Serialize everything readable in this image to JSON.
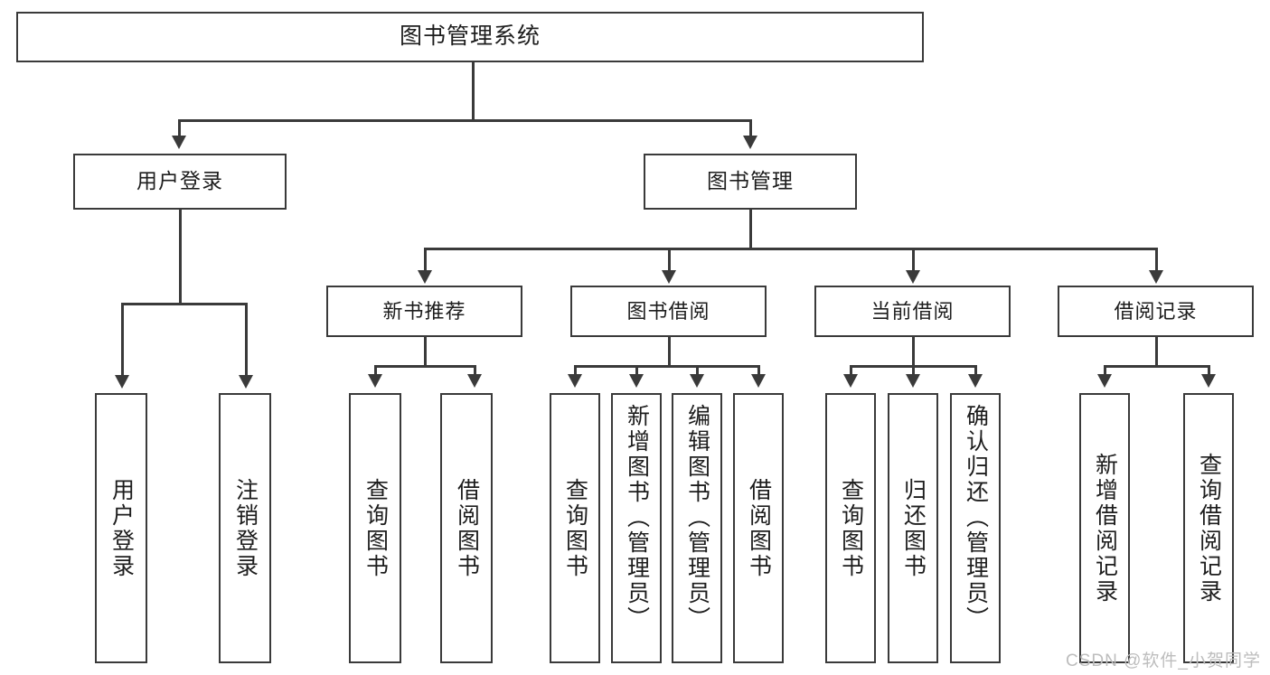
{
  "diagram": {
    "type": "tree",
    "title": "图书管理系统",
    "watermark": "CSDN @软件_小贺同学",
    "colors": {
      "stroke": "#3a3a3a",
      "fill": "#ffffff",
      "text": "#1d1d1d",
      "watermark": "#bdbdbd"
    },
    "root": {
      "label": "图书管理系统"
    },
    "level1": [
      {
        "label": "用户登录"
      },
      {
        "label": "图书管理"
      }
    ],
    "level2": [
      {
        "label": "新书推荐"
      },
      {
        "label": "图书借阅"
      },
      {
        "label": "当前借阅"
      },
      {
        "label": "借阅记录"
      }
    ],
    "leaves": {
      "user_login": [
        {
          "label": "用户登录"
        },
        {
          "label": "注销登录"
        }
      ],
      "new_book": [
        {
          "label": "查询图书"
        },
        {
          "label": "借阅图书"
        }
      ],
      "book_borrow": [
        {
          "label": "查询图书"
        },
        {
          "label": "新增图书（管理员）"
        },
        {
          "label": "编辑图书（管理员）"
        },
        {
          "label": "借阅图书"
        }
      ],
      "current_borrow": [
        {
          "label": "查询图书"
        },
        {
          "label": "归还图书"
        },
        {
          "label": "确认归还（管理员）"
        }
      ],
      "borrow_record": [
        {
          "label": "新增借阅记录"
        },
        {
          "label": "查询借阅记录"
        }
      ]
    }
  }
}
